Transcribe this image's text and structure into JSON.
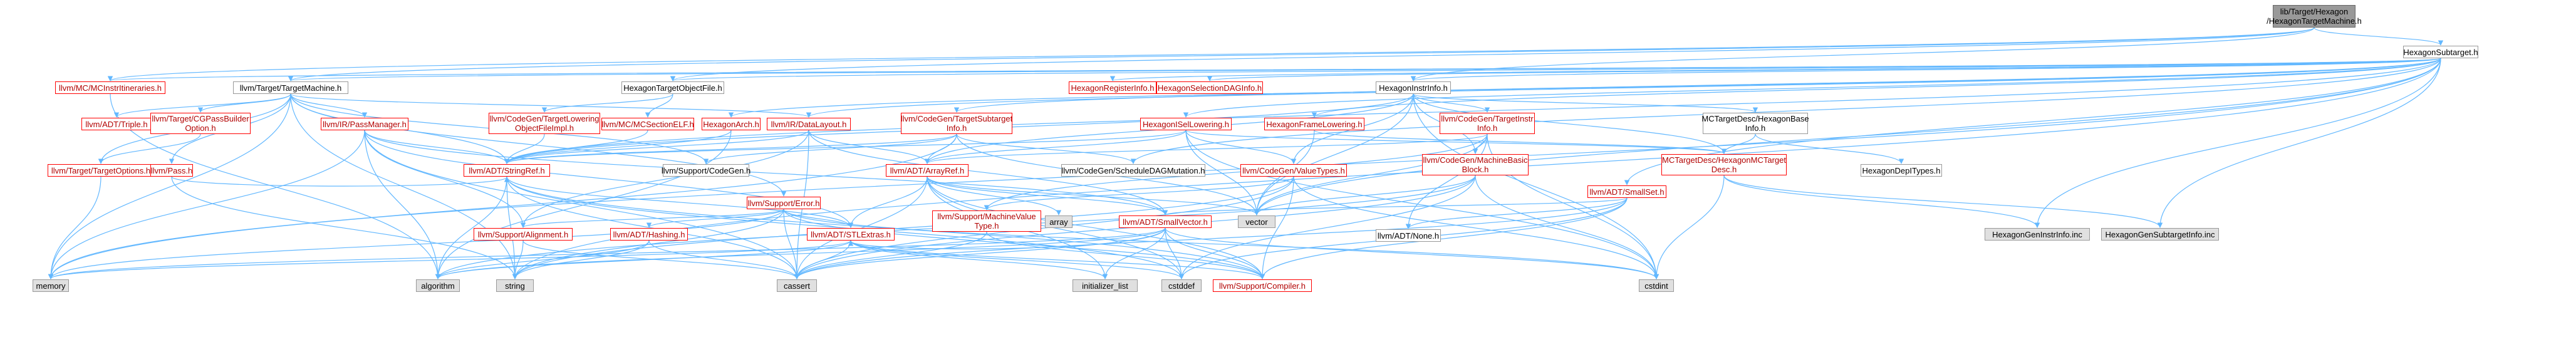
{
  "graph": {
    "focus": "lib/Target/Hexagon/HexagonTargetMachine.h",
    "nodes": [
      {
        "id": "n0",
        "label": "lib/Target/Hexagon\n/HexagonTargetMachine.h",
        "kind": "focus"
      },
      {
        "id": "n1",
        "label": "HexagonSubtarget.h",
        "kind": "plain"
      },
      {
        "id": "n2",
        "label": "llvm/MC/MCInstrItineraries.h",
        "kind": "red"
      },
      {
        "id": "n3",
        "label": "llvm/Target/TargetMachine.h",
        "kind": "plain"
      },
      {
        "id": "n4",
        "label": "HexagonTargetObjectFile.h",
        "kind": "plain"
      },
      {
        "id": "n5",
        "label": "HexagonRegisterInfo.h",
        "kind": "red"
      },
      {
        "id": "n6",
        "label": "HexagonSelectionDAGInfo.h",
        "kind": "red"
      },
      {
        "id": "n7",
        "label": "HexagonInstrInfo.h",
        "kind": "plain"
      },
      {
        "id": "n8",
        "label": "llvm/ADT/Triple.h",
        "kind": "red"
      },
      {
        "id": "n9",
        "label": "llvm/Target/CGPassBuilder\nOption.h",
        "kind": "red"
      },
      {
        "id": "n10",
        "label": "llvm/IR/PassManager.h",
        "kind": "red"
      },
      {
        "id": "n11",
        "label": "llvm/CodeGen/TargetLowering\nObjectFileImpl.h",
        "kind": "red"
      },
      {
        "id": "n12",
        "label": "llvm/MC/MCSectionELF.h",
        "kind": "red"
      },
      {
        "id": "n13",
        "label": "llvm/CodeGen/TargetSubtarget\nInfo.h",
        "kind": "red"
      },
      {
        "id": "n14",
        "label": "HexagonArch.h",
        "kind": "red"
      },
      {
        "id": "n15",
        "label": "llvm/IR/DataLayout.h",
        "kind": "red"
      },
      {
        "id": "n16",
        "label": "HexagonISelLowering.h",
        "kind": "red"
      },
      {
        "id": "n17",
        "label": "HexagonFrameLowering.h",
        "kind": "red"
      },
      {
        "id": "n18",
        "label": "llvm/CodeGen/TargetInstr\nInfo.h",
        "kind": "red"
      },
      {
        "id": "n19",
        "label": "MCTargetDesc/HexagonBase\nInfo.h",
        "kind": "plain"
      },
      {
        "id": "n20",
        "label": "llvm/Target/TargetOptions.h",
        "kind": "red"
      },
      {
        "id": "n21",
        "label": "llvm/Pass.h",
        "kind": "red"
      },
      {
        "id": "n22",
        "label": "llvm/ADT/StringRef.h",
        "kind": "red"
      },
      {
        "id": "n23",
        "label": "llvm/Support/CodeGen.h",
        "kind": "plain"
      },
      {
        "id": "n24",
        "label": "llvm/ADT/ArrayRef.h",
        "kind": "red"
      },
      {
        "id": "n25",
        "label": "llvm/CodeGen/ScheduleDAGMutation.h",
        "kind": "plain"
      },
      {
        "id": "n26",
        "label": "llvm/CodeGen/ValueTypes.h",
        "kind": "red"
      },
      {
        "id": "n27",
        "label": "llvm/CodeGen/MachineBasic\nBlock.h",
        "kind": "red"
      },
      {
        "id": "n28",
        "label": "MCTargetDesc/HexagonMCTarget\nDesc.h",
        "kind": "red"
      },
      {
        "id": "n29",
        "label": "HexagonDepITypes.h",
        "kind": "plain"
      },
      {
        "id": "n30",
        "label": "llvm/ADT/SmallSet.h",
        "kind": "red"
      },
      {
        "id": "n31",
        "label": "llvm/Support/Error.h",
        "kind": "red"
      },
      {
        "id": "n32",
        "label": "llvm/Support/MachineValue\nType.h",
        "kind": "red"
      },
      {
        "id": "n33",
        "label": "array",
        "kind": "gray"
      },
      {
        "id": "n34",
        "label": "llvm/ADT/SmallVector.h",
        "kind": "red"
      },
      {
        "id": "n35",
        "label": "vector",
        "kind": "gray"
      },
      {
        "id": "n36",
        "label": "llvm/ADT/None.h",
        "kind": "plain"
      },
      {
        "id": "n37",
        "label": "HexagonGenInstrInfo.inc",
        "kind": "gray"
      },
      {
        "id": "n38",
        "label": "HexagonGenSubtargetInfo.inc",
        "kind": "gray"
      },
      {
        "id": "n39",
        "label": "llvm/Support/Alignment.h",
        "kind": "red"
      },
      {
        "id": "n40",
        "label": "llvm/ADT/Hashing.h",
        "kind": "red"
      },
      {
        "id": "n41",
        "label": "llvm/ADT/STLExtras.h",
        "kind": "red"
      },
      {
        "id": "n42",
        "label": "memory",
        "kind": "gray"
      },
      {
        "id": "n43",
        "label": "algorithm",
        "kind": "gray"
      },
      {
        "id": "n44",
        "label": "string",
        "kind": "gray"
      },
      {
        "id": "n45",
        "label": "cassert",
        "kind": "gray"
      },
      {
        "id": "n46",
        "label": "initializer_list",
        "kind": "gray"
      },
      {
        "id": "n47",
        "label": "cstddef",
        "kind": "gray"
      },
      {
        "id": "n48",
        "label": "llvm/Support/Compiler.h",
        "kind": "red"
      },
      {
        "id": "n49",
        "label": "cstdint",
        "kind": "gray"
      }
    ],
    "edges": [
      [
        "n0",
        "n1"
      ],
      [
        "n0",
        "n2"
      ],
      [
        "n0",
        "n3"
      ],
      [
        "n0",
        "n4"
      ],
      [
        "n0",
        "n7"
      ],
      [
        "n1",
        "n2"
      ],
      [
        "n1",
        "n3"
      ],
      [
        "n1",
        "n4"
      ],
      [
        "n1",
        "n5"
      ],
      [
        "n1",
        "n6"
      ],
      [
        "n1",
        "n7"
      ],
      [
        "n1",
        "n13"
      ],
      [
        "n1",
        "n14"
      ],
      [
        "n1",
        "n15"
      ],
      [
        "n1",
        "n16"
      ],
      [
        "n1",
        "n17"
      ],
      [
        "n1",
        "n22"
      ],
      [
        "n1",
        "n25"
      ],
      [
        "n1",
        "n30"
      ],
      [
        "n1",
        "n35"
      ],
      [
        "n1",
        "n37"
      ],
      [
        "n1",
        "n38"
      ],
      [
        "n1",
        "n42"
      ],
      [
        "n1",
        "n44"
      ],
      [
        "n2",
        "n43"
      ],
      [
        "n3",
        "n8"
      ],
      [
        "n3",
        "n9"
      ],
      [
        "n3",
        "n10"
      ],
      [
        "n3",
        "n21"
      ],
      [
        "n3",
        "n22"
      ],
      [
        "n3",
        "n15"
      ],
      [
        "n3",
        "n31"
      ],
      [
        "n3",
        "n20"
      ],
      [
        "n3",
        "n42"
      ],
      [
        "n3",
        "n44"
      ],
      [
        "n3",
        "n23"
      ],
      [
        "n4",
        "n11"
      ],
      [
        "n4",
        "n12"
      ],
      [
        "n7",
        "n18"
      ],
      [
        "n7",
        "n19"
      ],
      [
        "n7",
        "n27"
      ],
      [
        "n7",
        "n28"
      ],
      [
        "n7",
        "n26"
      ],
      [
        "n7",
        "n24"
      ],
      [
        "n7",
        "n35"
      ],
      [
        "n7",
        "n49"
      ],
      [
        "n7",
        "n22"
      ],
      [
        "n9",
        "n20"
      ],
      [
        "n10",
        "n22"
      ],
      [
        "n10",
        "n41"
      ],
      [
        "n10",
        "n34"
      ],
      [
        "n10",
        "n42"
      ],
      [
        "n10",
        "n43"
      ],
      [
        "n10",
        "n39"
      ],
      [
        "n10",
        "n45"
      ],
      [
        "n11",
        "n22"
      ],
      [
        "n12",
        "n22"
      ],
      [
        "n13",
        "n22"
      ],
      [
        "n13",
        "n24"
      ],
      [
        "n13",
        "n23"
      ],
      [
        "n13",
        "n25"
      ],
      [
        "n13",
        "n35"
      ],
      [
        "n13",
        "n42"
      ],
      [
        "n14",
        "n22"
      ],
      [
        "n14",
        "n43"
      ],
      [
        "n15",
        "n22"
      ],
      [
        "n15",
        "n24"
      ],
      [
        "n15",
        "n34"
      ],
      [
        "n15",
        "n39"
      ],
      [
        "n15",
        "n45"
      ],
      [
        "n16",
        "n24"
      ],
      [
        "n16",
        "n26"
      ],
      [
        "n16",
        "n28"
      ],
      [
        "n16",
        "n35"
      ],
      [
        "n16",
        "n49"
      ],
      [
        "n16",
        "n22"
      ],
      [
        "n17",
        "n28"
      ],
      [
        "n17",
        "n35"
      ],
      [
        "n18",
        "n24"
      ],
      [
        "n18",
        "n27"
      ],
      [
        "n18",
        "n36"
      ],
      [
        "n18",
        "n35"
      ],
      [
        "n18",
        "n49"
      ],
      [
        "n18",
        "n32"
      ],
      [
        "n19",
        "n28"
      ],
      [
        "n19",
        "n29"
      ],
      [
        "n20",
        "n42"
      ],
      [
        "n21",
        "n22"
      ],
      [
        "n21",
        "n44"
      ],
      [
        "n22",
        "n41"
      ],
      [
        "n22",
        "n43"
      ],
      [
        "n22",
        "n44"
      ],
      [
        "n22",
        "n45"
      ],
      [
        "n22",
        "n47"
      ],
      [
        "n22",
        "n48"
      ],
      [
        "n24",
        "n41"
      ],
      [
        "n24",
        "n34"
      ],
      [
        "n24",
        "n33"
      ],
      [
        "n24",
        "n35"
      ],
      [
        "n24",
        "n46"
      ],
      [
        "n24",
        "n47"
      ],
      [
        "n24",
        "n45"
      ],
      [
        "n24",
        "n48"
      ],
      [
        "n26",
        "n32"
      ],
      [
        "n26",
        "n45"
      ],
      [
        "n26",
        "n49"
      ],
      [
        "n26",
        "n44"
      ],
      [
        "n26",
        "n48"
      ],
      [
        "n27",
        "n35"
      ],
      [
        "n27",
        "n45"
      ],
      [
        "n27",
        "n43"
      ],
      [
        "n27",
        "n47"
      ],
      [
        "n27",
        "n49"
      ],
      [
        "n28",
        "n37"
      ],
      [
        "n28",
        "n38"
      ],
      [
        "n28",
        "n49"
      ],
      [
        "n30",
        "n34"
      ],
      [
        "n30",
        "n36"
      ],
      [
        "n30",
        "n48"
      ],
      [
        "n30",
        "n45"
      ],
      [
        "n30",
        "n47"
      ],
      [
        "n31",
        "n41"
      ],
      [
        "n31",
        "n42"
      ],
      [
        "n31",
        "n44"
      ],
      [
        "n31",
        "n45"
      ],
      [
        "n31",
        "n49"
      ],
      [
        "n31",
        "n39"
      ],
      [
        "n31",
        "n40"
      ],
      [
        "n31",
        "n48"
      ],
      [
        "n32",
        "n45"
      ],
      [
        "n32",
        "n48"
      ],
      [
        "n34",
        "n41"
      ],
      [
        "n34",
        "n45"
      ],
      [
        "n34",
        "n47"
      ],
      [
        "n34",
        "n49"
      ],
      [
        "n34",
        "n43"
      ],
      [
        "n34",
        "n46"
      ],
      [
        "n34",
        "n42"
      ],
      [
        "n34",
        "n48"
      ],
      [
        "n39",
        "n45"
      ],
      [
        "n39",
        "n44"
      ],
      [
        "n40",
        "n43"
      ],
      [
        "n40",
        "n44"
      ],
      [
        "n40",
        "n45"
      ],
      [
        "n41",
        "n43"
      ],
      [
        "n41",
        "n45"
      ],
      [
        "n41",
        "n47"
      ],
      [
        "n41",
        "n42"
      ],
      [
        "n41",
        "n46"
      ],
      [
        "n41",
        "n48"
      ]
    ]
  }
}
